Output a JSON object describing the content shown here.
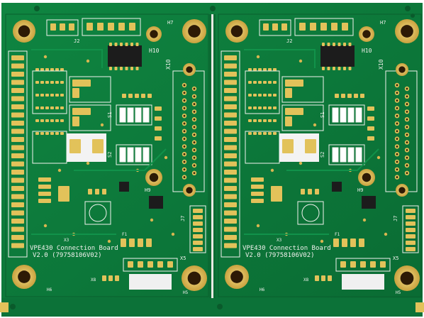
{
  "photo": {
    "subject": "pcb-panel",
    "colors": {
      "solder_mask": "#0d7a3a",
      "mask_light": "#14924a",
      "pad_gold": "#e2c25a",
      "pad_gold_dark": "#c9a23e",
      "silkscreen": "#f2f2ee",
      "copper_hole": "#2d1a05",
      "ic_black": "#1c1c1c",
      "background": "#ffffff"
    },
    "boards": [
      {
        "title": "VPE430 Connection Board",
        "version": "V2.0 (79758106V02)",
        "labels": {
          "x10": "X10",
          "h10": "H10",
          "h9": "H9",
          "h7": "H7",
          "x5": "X5",
          "x8": "X8",
          "h6": "H6",
          "h5": "H5",
          "s1": "S1",
          "s2": "S2",
          "f1": "F1",
          "x3": "X3",
          "j7": "J7",
          "j2": "J2"
        }
      },
      {
        "title": "VPE430 Connection Board",
        "version": "V2.0 (79758106V02)",
        "labels": {
          "x10": "X10",
          "h10": "H10",
          "h9": "H9",
          "h7": "H7",
          "x5": "X5",
          "x8": "X8",
          "h6": "H6",
          "h5": "H5",
          "s1": "S1",
          "s2": "S2",
          "f1": "F1",
          "x3": "X3",
          "j7": "J7",
          "j2": "J2"
        }
      }
    ]
  }
}
